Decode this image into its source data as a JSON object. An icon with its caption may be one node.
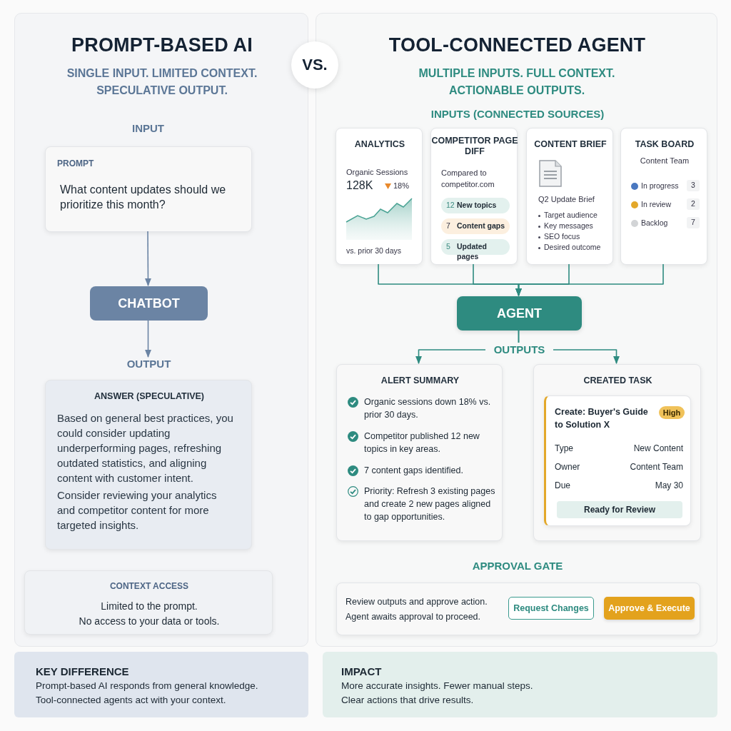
{
  "diagram": {
    "nodes": [
      {
        "text": [
          "PROMPT-BASED AI",
          "SINGLE INPUT. LIMITED CONTEXT. SPECULATIVE OUTPUT."
        ]
      },
      {
        "text": [
          "TOOL-CONNECTED AGENT",
          "MULTIPLE INPUTS. FULL CONTEXT. ACTIONABLE OUTPUTS."
        ]
      },
      {
        "text": [
          "VS."
        ]
      },
      {
        "text": [
          "PROMPT",
          "What content updates should we prioritize this month?"
        ],
        "in": 0
      },
      {
        "text": [
          "CHATBOT"
        ],
        "in": 0
      },
      {
        "text": [
          "OUTPUT"
        ],
        "in": 0
      },
      {
        "text": [
          "ANSWER (SPECULATIVE)",
          "Based on general best practices, you could consider updating underperforming pages, refreshing outdated statistics, and aligning content with customer intent.",
          "Consider reviewing your analytics and competitor content for more targeted insights."
        ],
        "in": 0
      },
      {
        "text": [
          "CONTEXT ACCESS",
          "Limited to the prompt.",
          "No access to your data or tools."
        ],
        "in": 0
      },
      {
        "text": [
          "ANALYTICS",
          "Organic Sessions",
          "128K",
          "18%",
          "vs. prior 30 days"
        ],
        "in": 1
      },
      {
        "text": [
          "COMPETITOR PAGE DIFF",
          "Compared to competitor.com"
        ],
        "in": 1
      },
      {
        "text": [
          "12",
          "New topics"
        ],
        "in": 9
      },
      {
        "text": [
          "7",
          "Content gaps"
        ],
        "in": 9
      },
      {
        "text": [
          "5",
          "Updated pages"
        ],
        "in": 9
      },
      {
        "text": [
          "CONTENT BRIEF",
          "Q2 Update Brief",
          "Target audience",
          "Key messages",
          "SEO focus",
          "Desired outcome"
        ],
        "in": 1
      },
      {
        "text": [
          "TASK BOARD",
          "Content Team",
          "In progress",
          "3",
          "In review",
          "2",
          "Backlog",
          "7"
        ],
        "in": 1
      },
      {
        "text": [
          "AGENT"
        ],
        "in": 1
      },
      {
        "text": [
          "ALERT SUMMARY",
          "Organic sessions down 18% vs. prior 30 days.",
          "Competitor published 12 new topics in key areas.",
          "7 content gaps identified.",
          "Priority: Refresh 3 existing pages and create 2 new pages aligned to gap opportunities."
        ],
        "in": 1
      },
      {
        "text": [
          "CREATED TASK"
        ],
        "in": 1
      },
      {
        "text": [
          "Create: Buyer's Guide to Solution X",
          "Type",
          "New Content",
          "Owner",
          "Content Team",
          "Due",
          "May 30"
        ],
        "in": 17
      },
      {
        "text": [
          "High"
        ],
        "in": 18
      },
      {
        "text": [
          "Ready for Review"
        ],
        "in": 18
      },
      {
        "text": [
          "Review outputs and approve action.",
          "Agent awaits approval to proceed."
        ],
        "in": 1
      },
      {
        "text": [
          "Request Changes"
        ],
        "in": 21
      },
      {
        "text": [
          "Approve & Execute"
        ],
        "in": 21
      },
      {
        "text": [
          "KEY DIFFERENCE",
          "Prompt-based AI responds from general knowledge.",
          "Tool-connected agents act with your context."
        ]
      },
      {
        "text": [
          "IMPACT",
          "More accurate insights. Fewer manual steps.",
          "Clear actions that drive results."
        ]
      }
    ],
    "edges": [
      {
        "from": 3,
        "to": 4,
        "arrow": "to",
        "color": "#6b84a4"
      },
      {
        "from": 4,
        "to": 5,
        "arrow": "to",
        "color": "#6b84a4"
      },
      {
        "from": 8,
        "to": 15,
        "arrow": "to"
      },
      {
        "from": 9,
        "to": 15,
        "arrow": "to"
      },
      {
        "from": 13,
        "to": 15,
        "arrow": "to"
      },
      {
        "from": 14,
        "to": 15,
        "arrow": "to"
      },
      {
        "from": 15,
        "to": 16,
        "arrow": "to"
      },
      {
        "from": 15,
        "to": 17,
        "arrow": "to"
      }
    ],
    "labels": [
      "INPUT",
      "INPUTS (CONNECTED SOURCES)",
      "OUTPUTS",
      "APPROVAL GATE"
    ]
  }
}
